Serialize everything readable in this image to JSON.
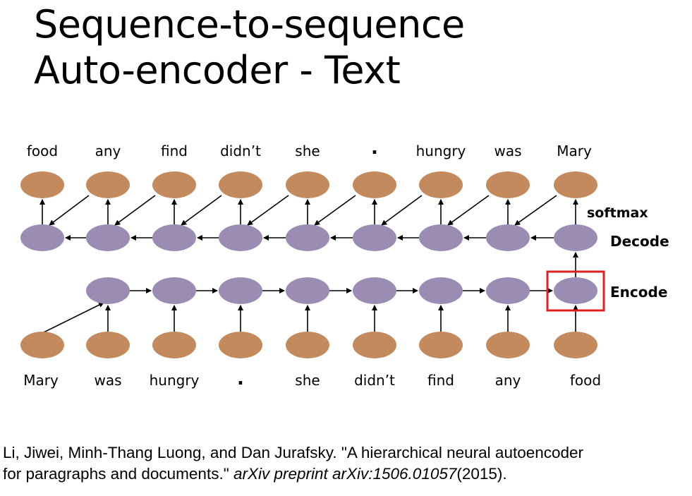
{
  "title": {
    "line1": "Sequence-to-sequence",
    "line2": "Auto-encoder - Text"
  },
  "diagram": {
    "top_words": [
      "food",
      "any",
      "find",
      "didn’t",
      "she",
      ".",
      "hungry",
      "was",
      "Mary"
    ],
    "bottom_words": [
      "Mary",
      "was",
      "hungry",
      ".",
      "she",
      "didn’t",
      "find",
      "any",
      "food"
    ],
    "labels": {
      "softmax": "softmax",
      "decode": "Decode",
      "encode": "Encode"
    },
    "colors": {
      "word_node": "#c38a5d",
      "hidden_node": "#9a8cb3",
      "highlight": "#e02020",
      "arrow": "#000000"
    }
  },
  "citation": {
    "line1": "Li, Jiwei, Minh-Thang Luong, and Dan Jurafsky. \"A hierarchical neural autoencoder",
    "line2_start": "for paragraphs and documents.\" ",
    "line2_italic": "arXiv preprint arXiv:1506.01057",
    "line2_end": "(2015)."
  }
}
